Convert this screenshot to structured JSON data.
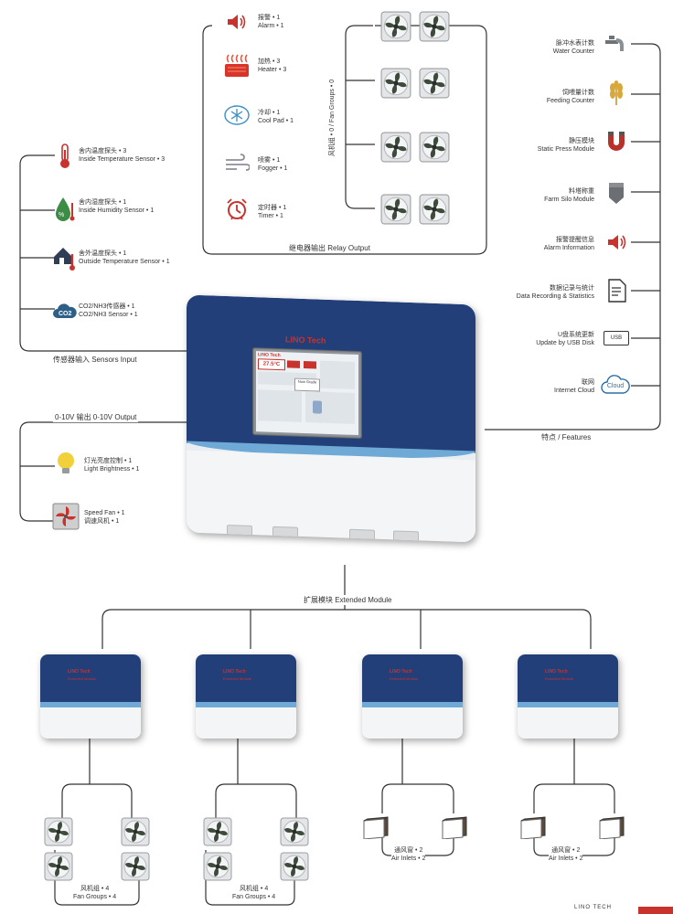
{
  "relay_output": {
    "title": "继电器输出 Relay Output",
    "items": [
      {
        "cn": "报警 • 1",
        "en": "Alarm • 1"
      },
      {
        "cn": "加热 • 3",
        "en": "Heater • 3"
      },
      {
        "cn": "冷却 • 1",
        "en": "Cool Pad • 1"
      },
      {
        "cn": "喷雾 • 1",
        "en": "Fogger • 1"
      },
      {
        "cn": "定时器 • 1",
        "en": "Timer • 1"
      }
    ],
    "fan_group_label": "风机组 • 0 / Fan Groups • 0"
  },
  "sensors_input": {
    "title": "传感器输入 Sensors Input",
    "items": [
      {
        "cn": "舍内温度探头 • 3",
        "en": "Inside Temperature Sensor • 3"
      },
      {
        "cn": "舍内湿度探头 • 1",
        "en": "Inside Humidity Sensor • 1"
      },
      {
        "cn": "舍外温度探头 • 1",
        "en": "Outside Temperature Sensor • 1"
      },
      {
        "cn": "CO2/NH3传感器 • 1",
        "en": "CO2/NH3 Sensor • 1"
      }
    ]
  },
  "analog_output": {
    "title": "0-10V 输出 0-10V Output",
    "items": [
      {
        "cn": "灯光亮度控制 • 1",
        "en": "Light Brightness • 1"
      },
      {
        "cn": "Speed Fan • 1",
        "en": "调速风机 • 1"
      }
    ]
  },
  "features": {
    "title": "特点 / Features",
    "items": [
      {
        "cn": "脉冲水表计数",
        "en": "Water Counter"
      },
      {
        "cn": "饲喂量计数",
        "en": "Feeding Counter"
      },
      {
        "cn": "静压模块",
        "en": "Static Press Module"
      },
      {
        "cn": "料塔称重",
        "en": "Farm Silo Module"
      },
      {
        "cn": "报警提醒信息",
        "en": "Alarm Information"
      },
      {
        "cn": "数据记录与统计",
        "en": "Data Recording & Statistics"
      },
      {
        "cn": "U盘系统更新",
        "en": "Update by USB Disk"
      },
      {
        "cn": "联网",
        "en": "Internet Cloud"
      }
    ],
    "usb_text": "USB",
    "cloud_text": "Cloud"
  },
  "controller": {
    "brand": "LINO Tech",
    "screen_brand": "LINO Tech",
    "screen_temp": "27.5°C",
    "screen_status": "Now Grade"
  },
  "extended_module": {
    "title": "扩展模块  Extended Module",
    "module_brand": "LINO Tech",
    "module_subtitle": "Extended Module",
    "groups": [
      {
        "cn": "风机组 • 4",
        "en": "Fan Groups • 4"
      },
      {
        "cn": "风机组 • 4",
        "en": "Fan Groups • 4"
      },
      {
        "cn": "通风窗 • 2",
        "en": "Air Inlets • 2"
      },
      {
        "cn": "通风窗 • 2",
        "en": "Air Inlets • 2"
      }
    ]
  },
  "corner_text": "LINO TECH",
  "icons": {
    "alarm": "speaker-icon",
    "heater": "heater-icon",
    "cool_pad": "snowflake-icon",
    "fogger": "wind-icon",
    "timer": "alarm-clock-icon",
    "fan": "fan-icon",
    "temp": "thermometer-icon",
    "humidity": "humidity-icon",
    "outside": "house-thermometer-icon",
    "co2": "co2-cloud-icon",
    "light": "bulb-icon",
    "speed_fan": "speed-fan-icon",
    "water": "faucet-icon",
    "feed": "wheat-icon",
    "static": "magnet-icon",
    "silo": "silo-icon",
    "alarm_info": "speaker-icon",
    "data": "document-icon",
    "usb": "usb-icon",
    "cloud": "cloud-icon",
    "inlet": "louver-icon"
  },
  "colors": {
    "navy": "#223f7a",
    "light_blue": "#6fa9d6",
    "red": "#c8332d",
    "line": "#333333"
  }
}
